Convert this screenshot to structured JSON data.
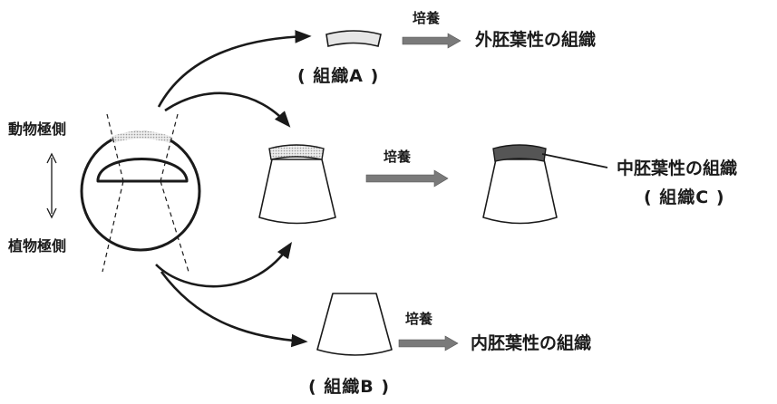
{
  "labels": {
    "animal_pole": "動物極側",
    "vegetal_pole": "植物極側",
    "culture": "培養",
    "tissue_a": "( 組織A )",
    "tissue_b": "( 組織B )",
    "tissue_c": "( 組織C )",
    "ectoderm": "外胚葉性の組織",
    "mesoderm": "中胚葉性の組織",
    "endoderm": "内胚葉性の組織"
  },
  "colors": {
    "ink": "#1a1a1a",
    "tissue_a_fill": "#d4d4d4",
    "tissue_c_fill": "#5a5a5a",
    "culture_arrow": "#7a7a7a"
  }
}
